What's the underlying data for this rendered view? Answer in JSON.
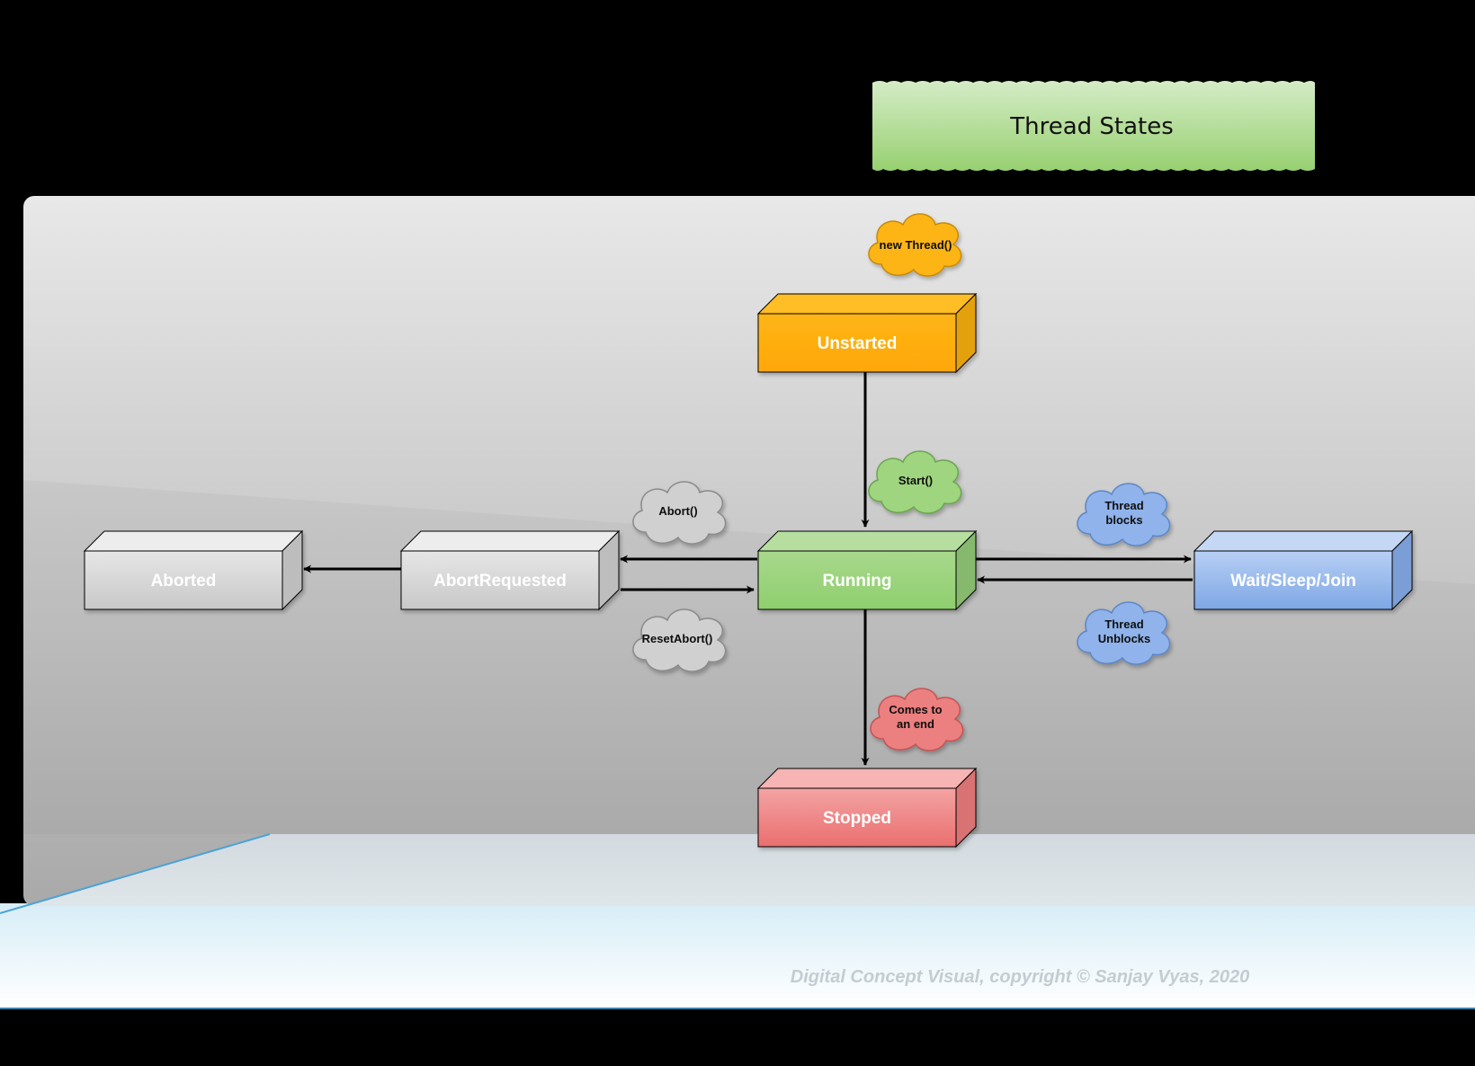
{
  "title": "Thread States",
  "states": {
    "unstarted": {
      "label": "Unstarted",
      "front": "#fdb515",
      "front2": "#ffa70a",
      "side": "#e3a10f",
      "top": "#ffbe26"
    },
    "running": {
      "label": "Running",
      "front": "#a8d88c",
      "front2": "#8fcf6e",
      "side": "#86b96d",
      "top": "#b6df9f"
    },
    "stopped": {
      "label": "Stopped",
      "front": "#f3a3a3",
      "front2": "#ea6f6f",
      "side": "#d97272",
      "top": "#f6b4b4"
    },
    "waitSleepJoin": {
      "label": "Wait/Sleep/Join",
      "front": "#b7cff4",
      "front2": "#7ea7e4",
      "side": "#7c9ed6",
      "top": "#c4d8f6"
    },
    "abortRequested": {
      "label": "AbortRequested",
      "front": "#e6e6e6",
      "front2": "#c8c8c8",
      "side": "#bdbdbd",
      "top": "#ededed"
    },
    "aborted": {
      "label": "Aborted",
      "front": "#e6e6e6",
      "front2": "#c8c8c8",
      "side": "#bdbdbd",
      "top": "#ededed"
    }
  },
  "transitions": {
    "newThread": {
      "label": "new Thread()",
      "color": "#fdb515"
    },
    "start": {
      "label": "Start()",
      "color": "#9fd57e"
    },
    "abort": {
      "label": "Abort()",
      "color": "#d0d0d0"
    },
    "resetAbort": {
      "label": "ResetAbort()",
      "color": "#d0d0d0"
    },
    "threadBlocks": {
      "line1": "Thread",
      "line2": "blocks",
      "color": "#8fb3ea"
    },
    "threadUnblocks": {
      "line1": "Thread",
      "line2": "Unblocks",
      "color": "#8fb3ea"
    },
    "comesToEnd": {
      "line1": "Comes to",
      "line2": "an end",
      "color": "#ec7f7f"
    }
  },
  "credit": "Digital Concept Visual, copyright © Sanjay Vyas, 2020"
}
